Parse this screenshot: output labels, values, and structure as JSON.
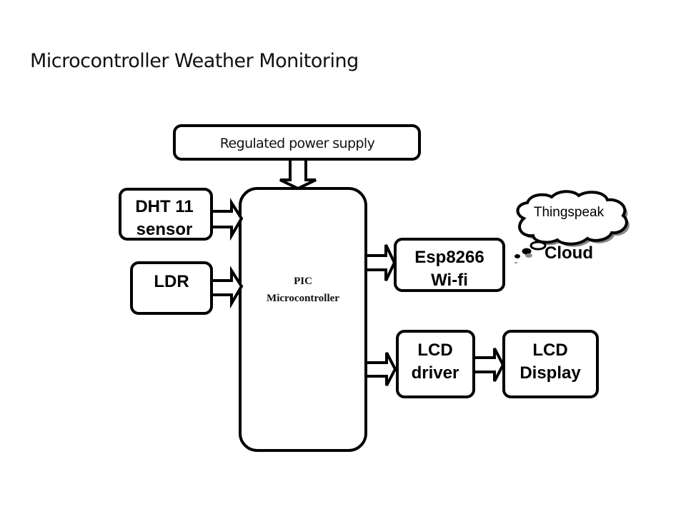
{
  "title": "Microcontroller Weather Monitoring",
  "blocks": {
    "power_supply": "Regulated power supply",
    "dht11": [
      "DHT 11",
      "sensor"
    ],
    "ldr": "LDR",
    "pic": [
      "PIC",
      "Microcontroller"
    ],
    "esp8266": [
      "Esp8266",
      "Wi-fi"
    ],
    "lcd_driver": [
      "LCD",
      "driver"
    ],
    "lcd_display": [
      "LCD",
      "Display"
    ],
    "cloud": [
      "Thingspeak",
      "Cloud"
    ]
  },
  "connections": [
    {
      "from": "Regulated power supply",
      "to": "PIC Microcontroller"
    },
    {
      "from": "DHT 11 sensor",
      "to": "PIC Microcontroller"
    },
    {
      "from": "LDR",
      "to": "PIC Microcontroller"
    },
    {
      "from": "PIC Microcontroller",
      "to": "Esp8266 Wi-fi"
    },
    {
      "from": "PIC Microcontroller",
      "to": "LCD driver"
    },
    {
      "from": "LCD driver",
      "to": "LCD Display"
    },
    {
      "from": "Esp8266 Wi-fi",
      "to": "Thingspeak Cloud"
    }
  ]
}
